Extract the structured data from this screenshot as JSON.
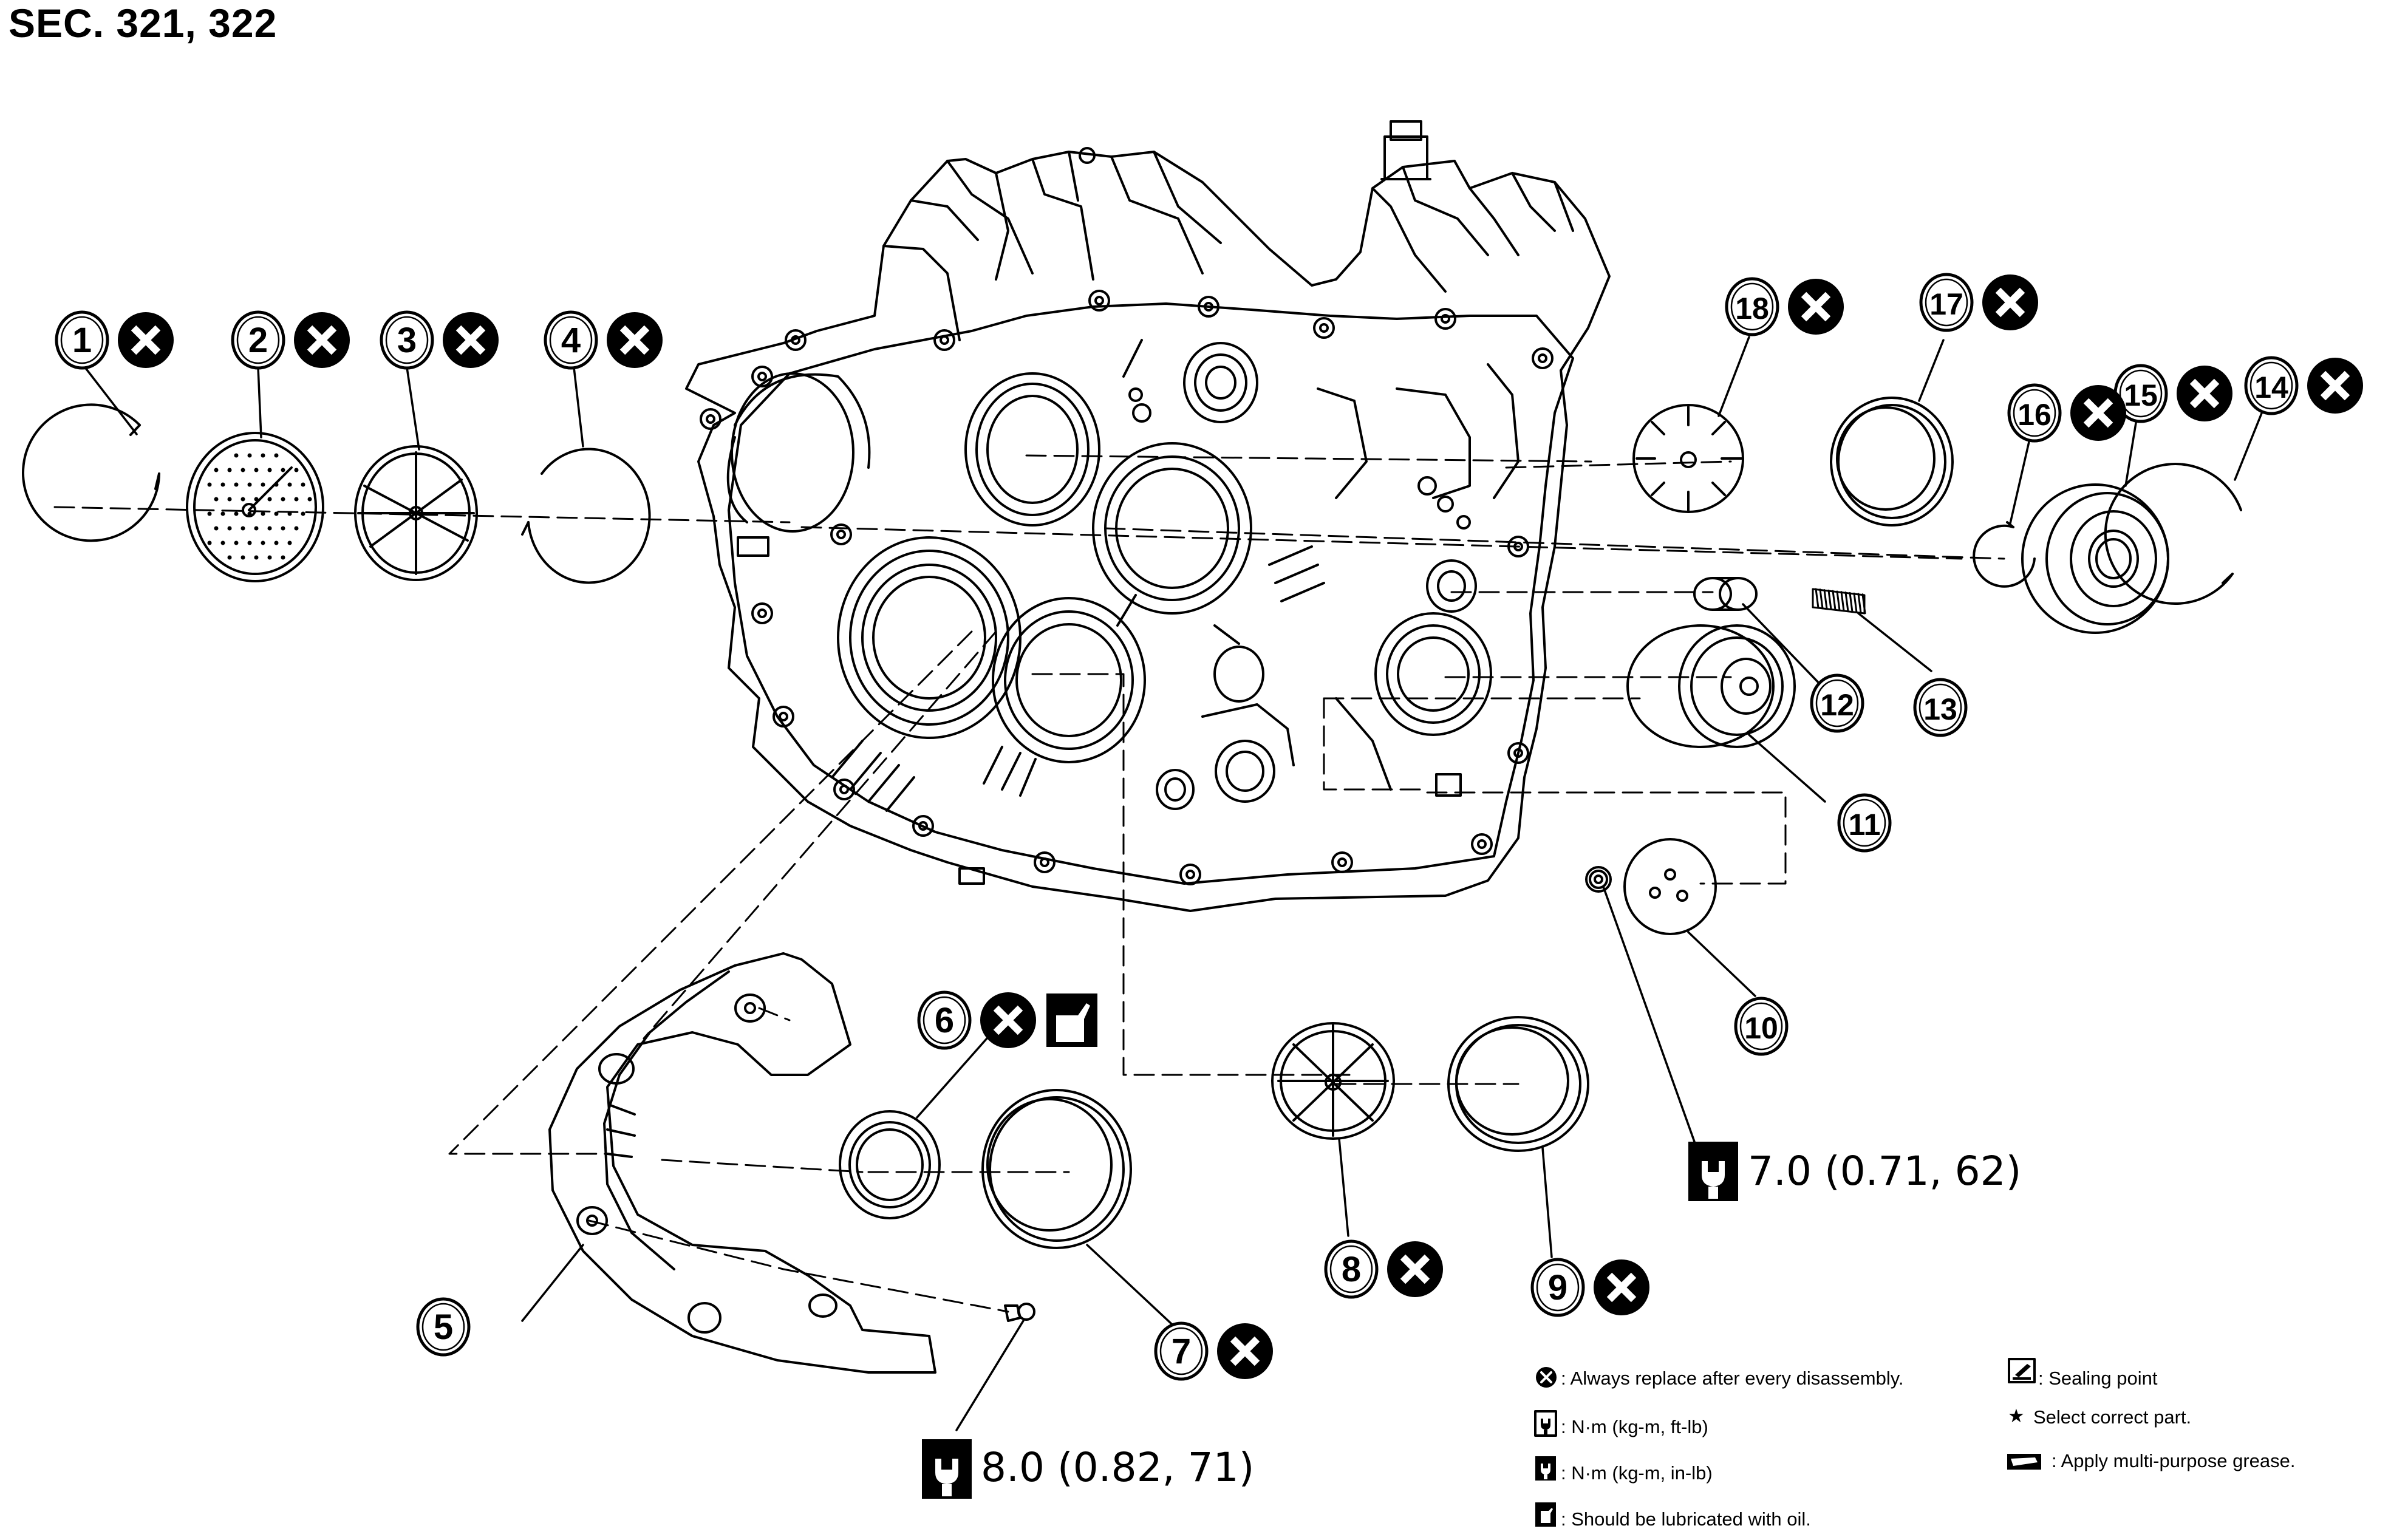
{
  "section_title": "SEC. 321, 322",
  "callouts": [
    {
      "number": "1",
      "replace": true,
      "lubricate": false
    },
    {
      "number": "2",
      "replace": true,
      "lubricate": false
    },
    {
      "number": "3",
      "replace": true,
      "lubricate": false
    },
    {
      "number": "4",
      "replace": true,
      "lubricate": false
    },
    {
      "number": "5",
      "replace": false,
      "lubricate": false
    },
    {
      "number": "6",
      "replace": true,
      "lubricate": true
    },
    {
      "number": "7",
      "replace": true,
      "lubricate": false
    },
    {
      "number": "8",
      "replace": true,
      "lubricate": false
    },
    {
      "number": "9",
      "replace": true,
      "lubricate": false
    },
    {
      "number": "10",
      "replace": false,
      "lubricate": false
    },
    {
      "number": "11",
      "replace": false,
      "lubricate": false
    },
    {
      "number": "12",
      "replace": false,
      "lubricate": false
    },
    {
      "number": "13",
      "replace": false,
      "lubricate": false
    },
    {
      "number": "14",
      "replace": true,
      "lubricate": false
    },
    {
      "number": "15",
      "replace": true,
      "lubricate": false
    },
    {
      "number": "16",
      "replace": true,
      "lubricate": false
    },
    {
      "number": "17",
      "replace": true,
      "lubricate": false
    },
    {
      "number": "18",
      "replace": true,
      "lubricate": false
    }
  ],
  "torque": [
    {
      "value": "7.0 (0.71, 62)"
    },
    {
      "value": "8.0 (0.82, 71)"
    }
  ],
  "legend": {
    "replace": ": Always replace after every disassembly.",
    "nm_ftlb": ": N·m (kg-m, ft-lb)",
    "nm_inlb": ": N·m (kg-m, in-lb)",
    "oil": ": Should be lubricated with oil.",
    "sealing": ": Sealing point",
    "select": "Select correct part.",
    "select_symbol": "★",
    "grease": ": Apply multi-purpose grease."
  }
}
